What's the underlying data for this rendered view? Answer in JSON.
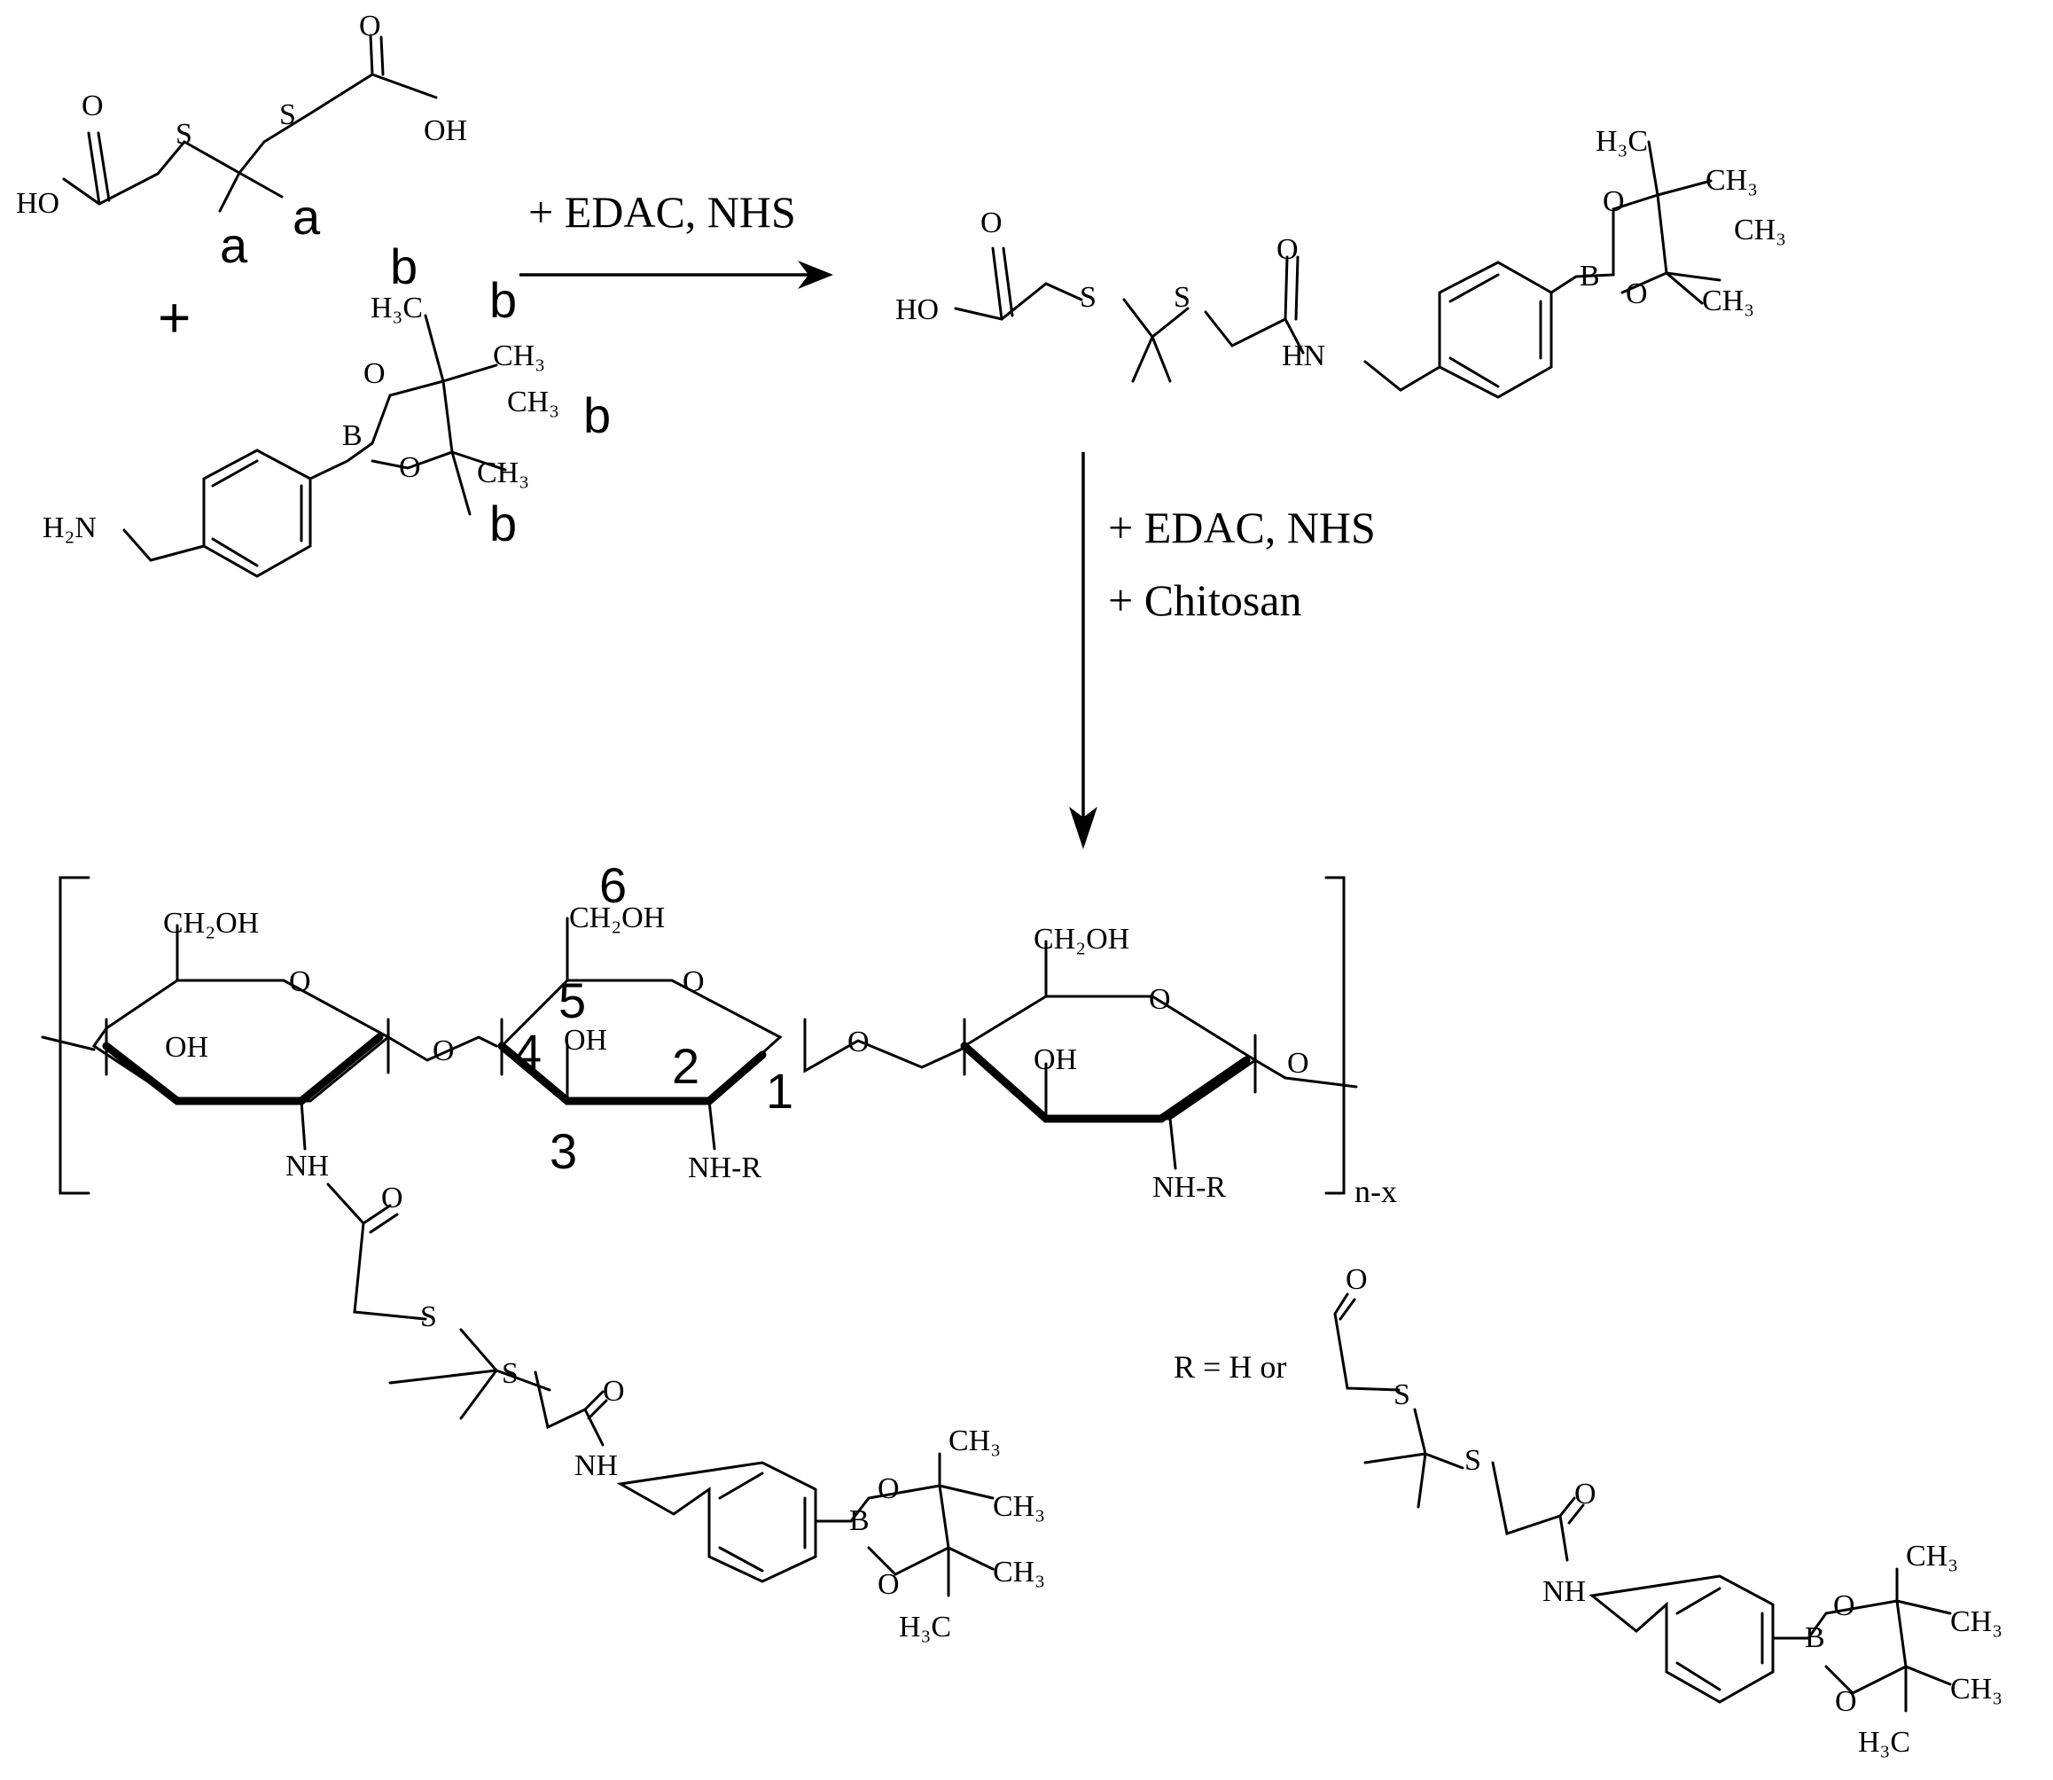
{
  "reagents": {
    "step1": "+ EDAC, NHS",
    "step2_line1": "+ EDAC, NHS",
    "step2_line2": "+ Chitosan"
  },
  "plus_sign": "+",
  "proton_labels": {
    "a": "a",
    "b": "b"
  },
  "carbon_numbers": [
    "1",
    "2",
    "3",
    "4",
    "5",
    "6"
  ],
  "polymer_subscript": "n-x",
  "r_definition": "R = H or",
  "atoms": {
    "oh": "OH",
    "ho": "HO",
    "o": "O",
    "s": "S",
    "b": "B",
    "h2n": "H₂N",
    "hn": "HN",
    "nh": "NH",
    "ch3": "CH₃",
    "h3c": "H₃C",
    "ch2oh": "CH₂OH",
    "nhr": "NH-R"
  }
}
